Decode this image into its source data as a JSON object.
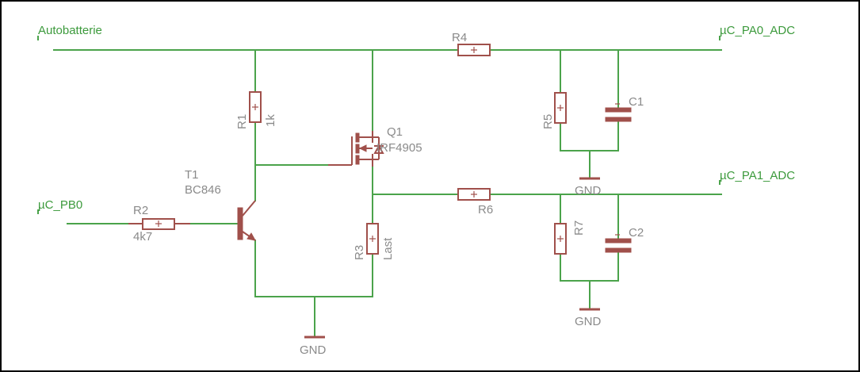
{
  "nets": {
    "autobatterie": "Autobatterie",
    "uc_pa0_adc": "µC_PA0_ADC",
    "uc_pa1_adc": "µC_PA1_ADC",
    "uc_pb0": "µC_PB0"
  },
  "components": {
    "r1": {
      "name": "R1",
      "value": "1k"
    },
    "r2": {
      "name": "R2",
      "value": "4k7"
    },
    "r3": {
      "name": "R3",
      "value": "Last"
    },
    "r4": {
      "name": "R4"
    },
    "r5": {
      "name": "R5"
    },
    "r6": {
      "name": "R6"
    },
    "r7": {
      "name": "R7"
    },
    "c1": {
      "name": "C1"
    },
    "c2": {
      "name": "C2"
    },
    "t1": {
      "name": "T1",
      "value": "BC846"
    },
    "q1": {
      "name": "Q1",
      "value": "IRF4905"
    }
  },
  "gnd": {
    "gnd_1": "GND",
    "gnd_2": "GND",
    "gnd_3": "GND"
  },
  "colors": {
    "wire": "#4ba34b",
    "component": "#a0504b",
    "label": "#8a8a8a",
    "net_label": "#3c9a3c",
    "frame": "#000000"
  }
}
